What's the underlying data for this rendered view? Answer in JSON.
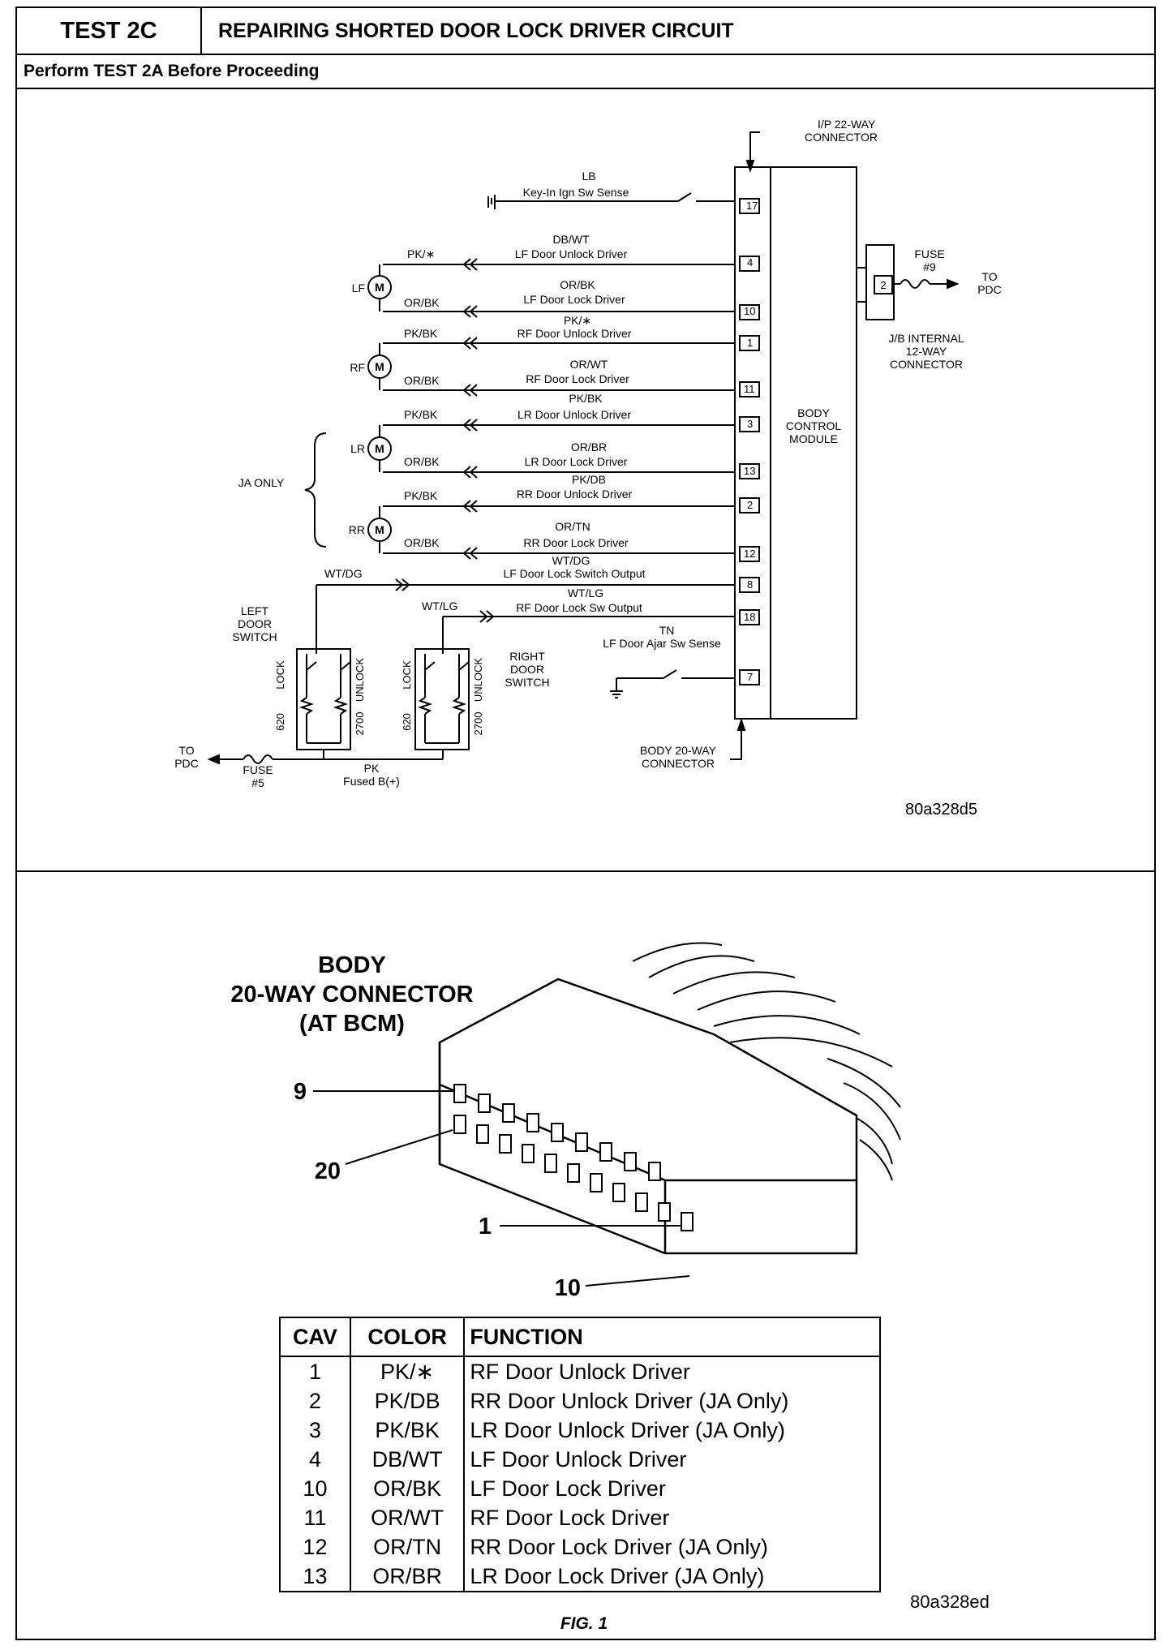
{
  "header": {
    "test_id": "TEST 2C",
    "title": "REPAIRING SHORTED DOOR LOCK DRIVER CIRCUIT",
    "prerequisite": "Perform TEST 2A Before Proceeding"
  },
  "schematic": {
    "ip_connector": [
      "I/P 22-WAY",
      "CONNECTOR"
    ],
    "body_connector": [
      "BODY 20-WAY",
      "CONNECTOR"
    ],
    "jb_connector": [
      "J/B INTERNAL",
      "12-WAY",
      "CONNECTOR"
    ],
    "bcm": [
      "BODY",
      "CONTROL",
      "MODULE"
    ],
    "fuse9": [
      "FUSE",
      "#9"
    ],
    "fuse9_cav": "2",
    "to_pdc_right": [
      "TO",
      "PDC"
    ],
    "to_pdc_left": [
      "TO",
      "PDC"
    ],
    "fuse5": [
      "FUSE",
      "#5"
    ],
    "pk_fused": [
      "PK",
      "Fused B(+)"
    ],
    "ja_only": "JA ONLY",
    "motor_glyph": "M",
    "motors": [
      "LF",
      "RF",
      "LR",
      "RR"
    ],
    "left_switch": [
      "LEFT",
      "DOOR",
      "SWITCH"
    ],
    "right_switch": [
      "RIGHT",
      "DOOR",
      "SWITCH"
    ],
    "switch_labels": {
      "lock": "LOCK",
      "unlock": "UNLOCK",
      "r1": "620",
      "r2": "2700"
    },
    "circuits": [
      {
        "cav": "17",
        "color": "LB",
        "func": "Key-In Ign Sw Sense"
      },
      {
        "cav": "4",
        "color": "DB/WT",
        "func": "LF Door Unlock Driver",
        "wire_left": "PK/∗"
      },
      {
        "cav": "10",
        "color": "OR/BK",
        "func": "LF Door Lock Driver",
        "wire_left": "OR/BK"
      },
      {
        "cav": "1",
        "color": "PK/∗",
        "func": "RF Door Unlock Driver",
        "wire_left": "PK/BK"
      },
      {
        "cav": "11",
        "color": "OR/WT",
        "func": "RF Door Lock Driver",
        "wire_left": "OR/BK"
      },
      {
        "cav": "3",
        "color": "PK/BK",
        "func": "LR Door Unlock Driver",
        "wire_left": "PK/BK"
      },
      {
        "cav": "13",
        "color": "OR/BR",
        "func": "LR Door Lock Driver",
        "wire_left": "OR/BK"
      },
      {
        "cav": "2",
        "color": "PK/DB",
        "func": "RR Door Unlock Driver",
        "wire_left": "PK/BK"
      },
      {
        "cav": "12",
        "color": "OR/TN",
        "func": "RR Door Lock Driver",
        "wire_left": "OR/BK"
      },
      {
        "cav": "8",
        "color": "WT/DG",
        "func": "LF Door Lock Switch Output",
        "wire_left": "WT/DG"
      },
      {
        "cav": "18",
        "color": "WT/LG",
        "func": "RF Door Lock Sw Output",
        "wire_left": "WT/LG"
      },
      {
        "cav": "7",
        "color": "TN",
        "func": "LF Door Ajar Sw Sense"
      }
    ],
    "ref": "80a328d5"
  },
  "connector_view": {
    "title": [
      "BODY",
      "20-WAY CONNECTOR",
      "(AT BCM)"
    ],
    "pins": [
      "9",
      "20",
      "1",
      "10"
    ],
    "ref": "80a328ed"
  },
  "table": {
    "headers": [
      "CAV",
      "COLOR",
      "FUNCTION"
    ],
    "rows": [
      [
        "1",
        "PK/∗",
        "RF Door Unlock Driver"
      ],
      [
        "2",
        "PK/DB",
        "RR Door Unlock Driver (JA Only)"
      ],
      [
        "3",
        "PK/BK",
        "LR Door Unlock Driver (JA Only)"
      ],
      [
        "4",
        "DB/WT",
        "LF Door Unlock Driver"
      ],
      [
        "10",
        "OR/BK",
        "LF Door Lock Driver"
      ],
      [
        "11",
        "OR/WT",
        "RF Door Lock Driver"
      ],
      [
        "12",
        "OR/TN",
        "RR Door Lock Driver (JA Only)"
      ],
      [
        "13",
        "OR/BR",
        "LR Door Lock Driver (JA Only)"
      ]
    ]
  },
  "figure_label": "FIG. 1"
}
